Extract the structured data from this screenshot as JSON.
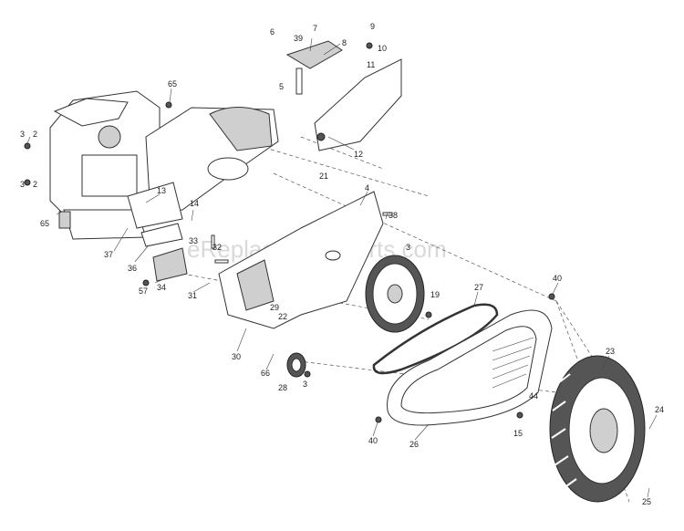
{
  "watermark": "eReplacementParts.com",
  "callouts": [
    "65",
    "3",
    "2",
    "3",
    "2",
    "65",
    "13",
    "37",
    "14",
    "36",
    "33",
    "32",
    "57",
    "34",
    "31",
    "6",
    "39",
    "7",
    "8",
    "9",
    "10",
    "5",
    "11",
    "12",
    "21",
    "4",
    "38",
    "3",
    "19",
    "27",
    "29",
    "22",
    "30",
    "66",
    "28",
    "3",
    "40",
    "26",
    "40",
    "15",
    "44",
    "23",
    "24",
    "25"
  ],
  "icons": [
    "engine",
    "tine-shield",
    "hood-plate",
    "belt-guard-frame",
    "pulley-large",
    "pulley-small",
    "v-belt",
    "belt-cover",
    "tire",
    "bracket"
  ]
}
